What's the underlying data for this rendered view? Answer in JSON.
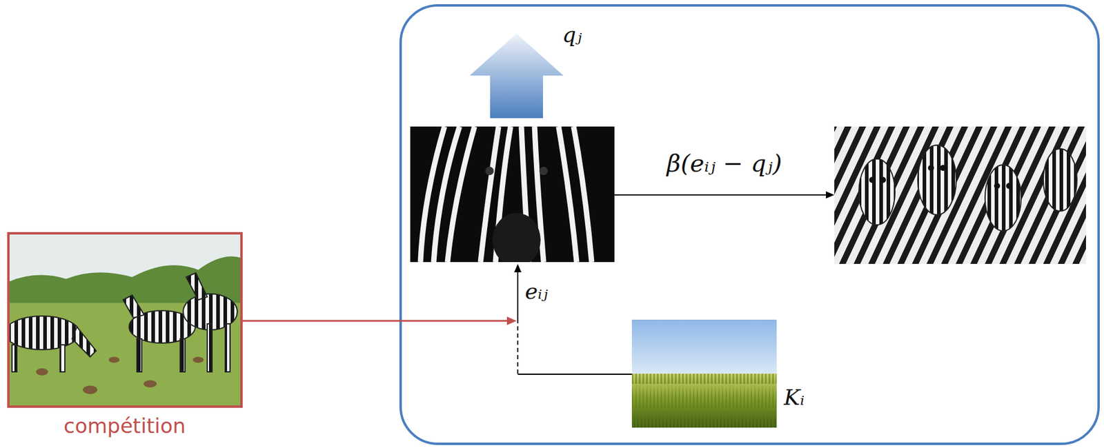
{
  "diagram": {
    "nodes": [
      {
        "text": [
          "compétition"
        ]
      },
      {
        "text": [
          "Kᵢ"
        ]
      }
    ],
    "labels": [
      "qⱼ",
      "β(eᵢⱼ − qⱼ)",
      "eᵢⱼ"
    ]
  }
}
